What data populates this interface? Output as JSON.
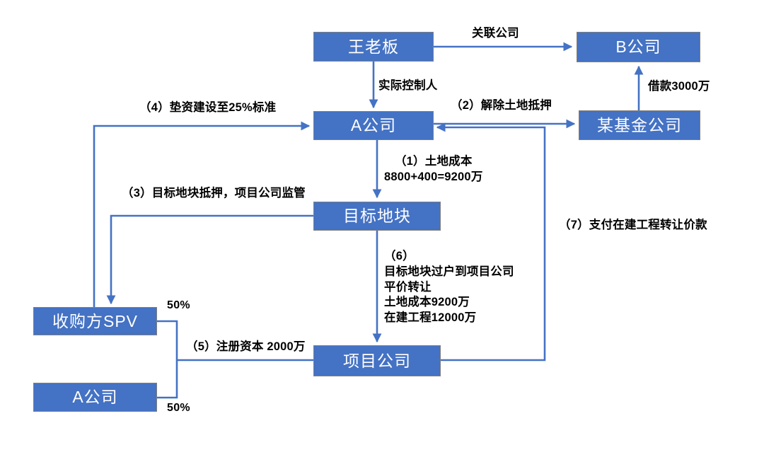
{
  "diagram": {
    "title_text": "",
    "colors": {
      "node_fill": "#4472C4",
      "node_border": "#7f7f7f",
      "node_text": "#ffffff",
      "wire": "#4472C4",
      "label_text": "#000000",
      "background": "#ffffff"
    },
    "nodes": [
      {
        "id": "boss",
        "label": "王老板"
      },
      {
        "id": "company_b",
        "label": "B公司"
      },
      {
        "id": "company_a",
        "label": "A公司"
      },
      {
        "id": "fund",
        "label": "某基金公司"
      },
      {
        "id": "land",
        "label": "目标地块"
      },
      {
        "id": "spv",
        "label": "收购方SPV"
      },
      {
        "id": "company_a2",
        "label": "A公司"
      },
      {
        "id": "project",
        "label": "项目公司"
      }
    ],
    "edge_labels": [
      {
        "id": "related-company",
        "text": "关联公司"
      },
      {
        "id": "actual-controller",
        "text": "实际控制人"
      },
      {
        "id": "loan-amount",
        "text": "借款3000万"
      },
      {
        "id": "step-2",
        "text": "（2）解除土地抵押"
      },
      {
        "id": "step-4",
        "text": "（4）垫资建设至25%标准"
      },
      {
        "id": "step-1",
        "text": "（1）土地成本\n8800+400=9200万"
      },
      {
        "id": "step-3",
        "text": "（3）目标地块抵押，项目公司监管"
      },
      {
        "id": "step-6",
        "text": "（6）\n目标地块过户到项目公司\n平价转让\n土地成本9200万\n在建工程12000万"
      },
      {
        "id": "step-5",
        "text": "（5）注册资本 2000万"
      },
      {
        "id": "step-7",
        "text": "（7）支付在建工程转让价款"
      }
    ],
    "percentages": [
      {
        "id": "spv-share",
        "text": "50%"
      },
      {
        "id": "a2-share",
        "text": "50%"
      }
    ]
  }
}
